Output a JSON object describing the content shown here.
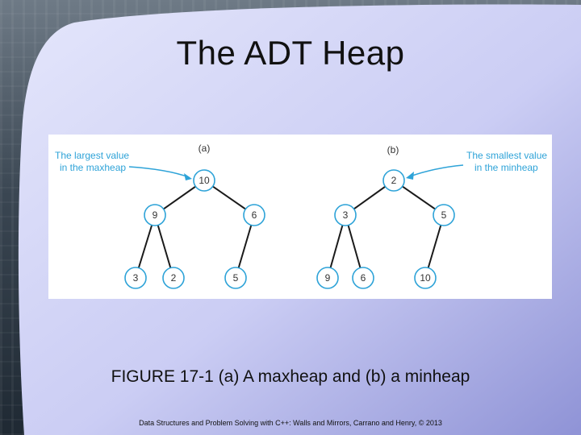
{
  "slide": {
    "title": "The ADT Heap",
    "caption": "FIGURE 17-1 (a) A maxheap and (b) a minheap",
    "footer": "Data Structures and Problem Solving with C++: Walls and Mirrors, Carrano and Henry, © 2013"
  },
  "figure": {
    "maxheap": {
      "label": "(a)",
      "callout": [
        "The largest value",
        "in the maxheap"
      ],
      "nodes": [
        "10",
        "9",
        "6",
        "3",
        "2",
        "5"
      ]
    },
    "minheap": {
      "label": "(b)",
      "callout": [
        "The smallest value",
        "in the minheap"
      ],
      "nodes": [
        "2",
        "3",
        "5",
        "9",
        "6",
        "10"
      ]
    }
  },
  "colors": {
    "slide_fill": "#c9cbf3",
    "accent": "#2ea3d8"
  }
}
